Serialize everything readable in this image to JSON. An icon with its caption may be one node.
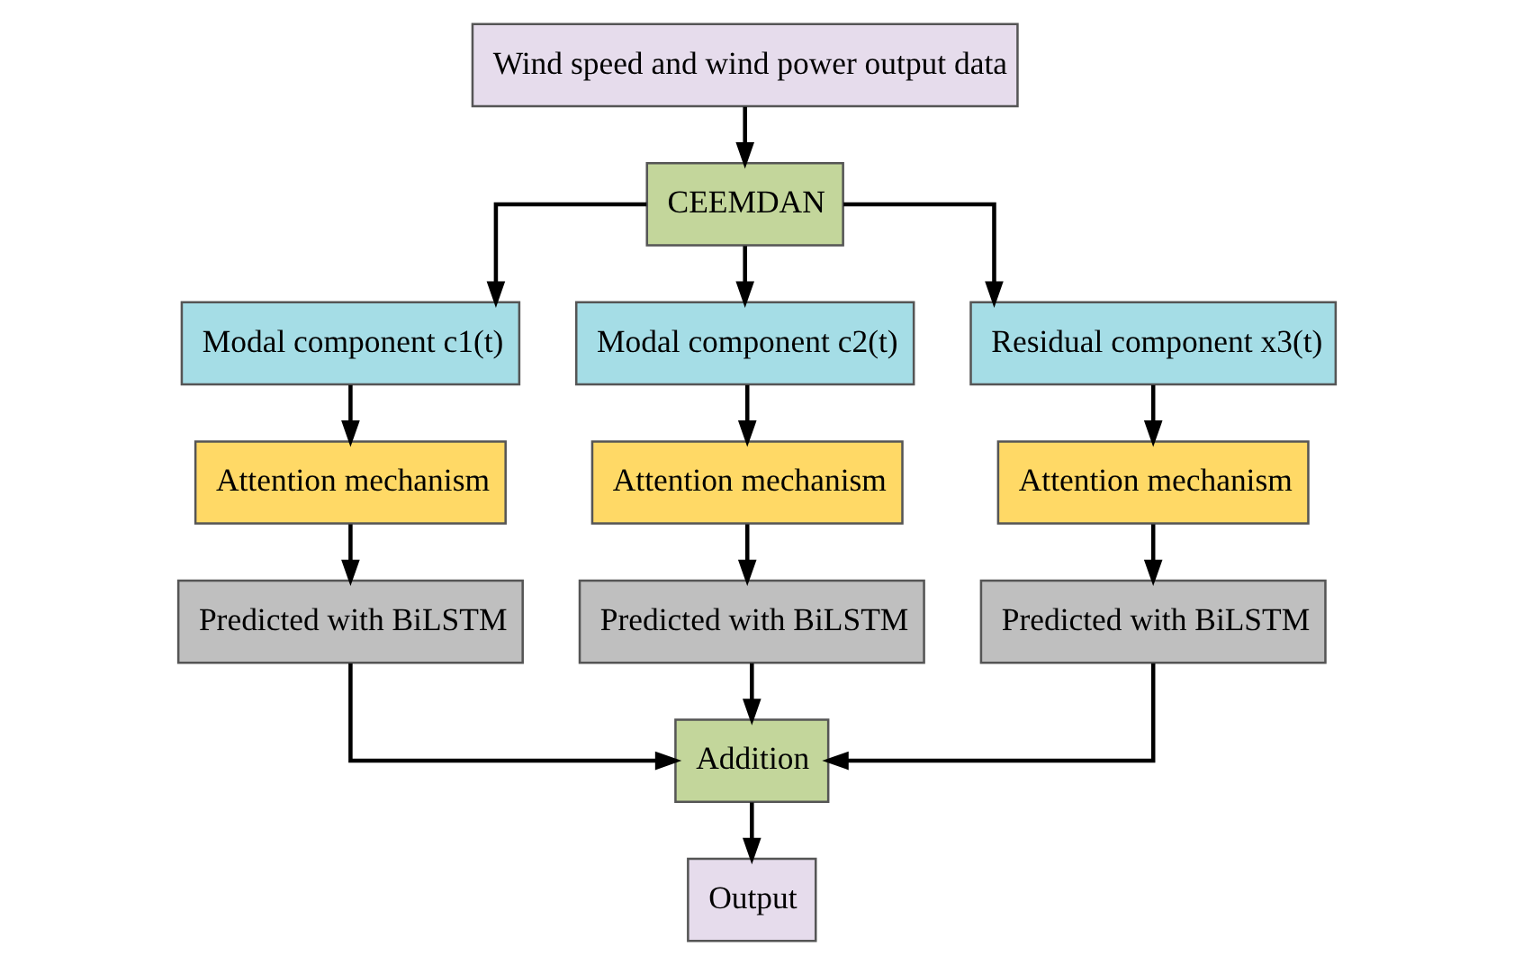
{
  "diagram": {
    "nodes": [
      {
        "text": [
          "Wind speed and wind power output data"
        ]
      },
      {
        "text": [
          "CEEMDAN"
        ]
      },
      {
        "text": [
          "Modal component c1(t)"
        ]
      },
      {
        "text": [
          "Modal component c2(t)"
        ]
      },
      {
        "text": [
          "Residual component x3(t)"
        ]
      },
      {
        "text": [
          "Attention mechanism"
        ]
      },
      {
        "text": [
          "Attention mechanism"
        ]
      },
      {
        "text": [
          "Attention mechanism"
        ]
      },
      {
        "text": [
          "Predicted with BiLSTM"
        ]
      },
      {
        "text": [
          "Predicted with BiLSTM"
        ]
      },
      {
        "text": [
          "Predicted with BiLSTM"
        ]
      },
      {
        "text": [
          "Addition"
        ]
      },
      {
        "text": [
          "Output"
        ]
      }
    ],
    "edges": [
      {
        "from": 0,
        "to": 1,
        "arrow": "to"
      },
      {
        "from": 1,
        "to": 2,
        "arrow": "to"
      },
      {
        "from": 1,
        "to": 3,
        "arrow": "to"
      },
      {
        "from": 1,
        "to": 4,
        "arrow": "to"
      },
      {
        "from": 2,
        "to": 5,
        "arrow": "to"
      },
      {
        "from": 3,
        "to": 6,
        "arrow": "to"
      },
      {
        "from": 4,
        "to": 7,
        "arrow": "to"
      },
      {
        "from": 5,
        "to": 8,
        "arrow": "to"
      },
      {
        "from": 6,
        "to": 9,
        "arrow": "to"
      },
      {
        "from": 7,
        "to": 10,
        "arrow": "to"
      },
      {
        "from": 8,
        "to": 11,
        "arrow": "to"
      },
      {
        "from": 9,
        "to": 11,
        "arrow": "to"
      },
      {
        "from": 10,
        "to": 11,
        "arrow": "to"
      },
      {
        "from": 11,
        "to": 12,
        "arrow": "to"
      }
    ]
  }
}
